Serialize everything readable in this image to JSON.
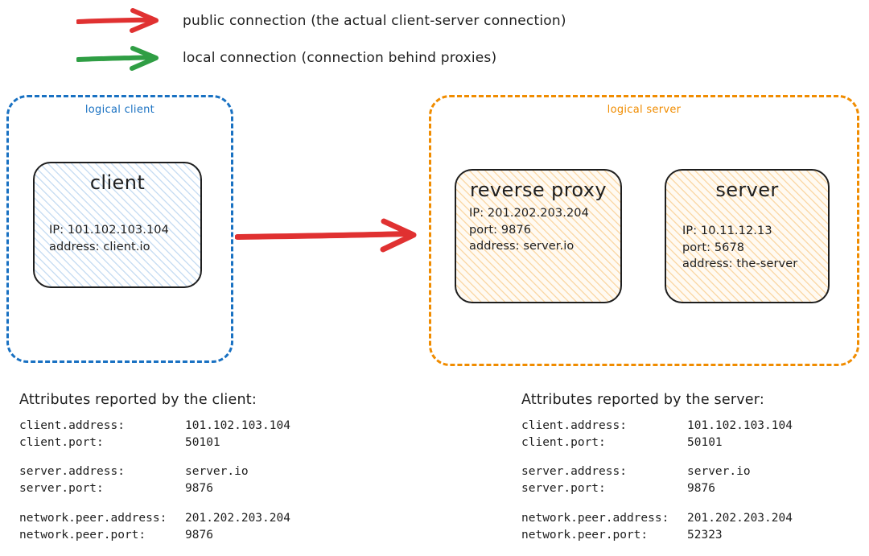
{
  "colors": {
    "public_arrow": "#e03131",
    "local_arrow": "#2f9e44",
    "logical_client_border": "#1971c2",
    "logical_server_border": "#f08c00",
    "node_border": "#1e1e1e",
    "background": "#ffffff"
  },
  "legend": {
    "items": [
      {
        "icon": "red-arrow-icon",
        "label": "public connection (the actual client-server connection)",
        "color": "#e03131"
      },
      {
        "icon": "green-arrow-icon",
        "label": "local connection (connection behind proxies)",
        "color": "#2f9e44"
      }
    ]
  },
  "logical_client": {
    "label": "logical client",
    "node": {
      "title": "client",
      "lines": [
        "IP: 101.102.103.104",
        "address: client.io"
      ]
    }
  },
  "logical_server": {
    "label": "logical server",
    "nodes": [
      {
        "title": "reverse proxy",
        "lines": [
          "IP: 201.202.203.204",
          "port: 9876",
          "address: server.io"
        ]
      },
      {
        "title": "server",
        "lines": [
          "IP: 10.11.12.13",
          "port: 5678",
          "address: the-server"
        ]
      }
    ]
  },
  "client_attributes": {
    "heading": "Attributes reported by the client:",
    "groups": [
      [
        {
          "key": "client.address:",
          "value": "101.102.103.104"
        },
        {
          "key": "client.port:",
          "value": "50101"
        }
      ],
      [
        {
          "key": "server.address:",
          "value": "server.io"
        },
        {
          "key": "server.port:",
          "value": "9876"
        }
      ],
      [
        {
          "key": "network.peer.address:",
          "value": "201.202.203.204"
        },
        {
          "key": "network.peer.port:",
          "value": "9876"
        }
      ]
    ]
  },
  "server_attributes": {
    "heading": "Attributes reported by the server:",
    "groups": [
      [
        {
          "key": "client.address:",
          "value": "101.102.103.104"
        },
        {
          "key": "client.port:",
          "value": "50101"
        }
      ],
      [
        {
          "key": "server.address:",
          "value": "server.io"
        },
        {
          "key": "server.port:",
          "value": "9876"
        }
      ],
      [
        {
          "key": "network.peer.address:",
          "value": "201.202.203.204"
        },
        {
          "key": "network.peer.port:",
          "value": "52323"
        }
      ]
    ]
  }
}
